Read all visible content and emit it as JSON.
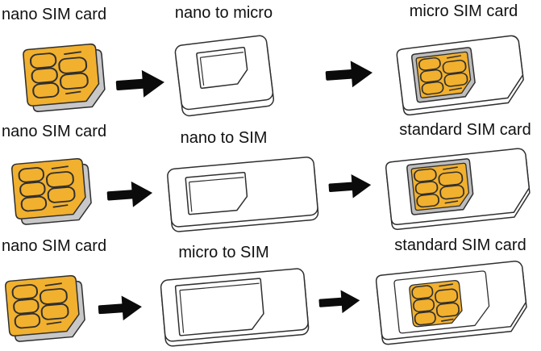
{
  "diagram": {
    "rows": [
      {
        "source_label": "nano SIM card",
        "adapter_label": "nano to micro",
        "result_label": "micro SIM card"
      },
      {
        "source_label": "nano SIM card",
        "adapter_label": "nano to SIM",
        "result_label": "standard SIM card"
      },
      {
        "source_label": "nano SIM card",
        "adapter_label": "micro to SIM",
        "result_label": "standard SIM card"
      }
    ],
    "colors": {
      "background": "#FFFFFF",
      "chip_gold": "#F1B02E",
      "card_white": "#FFFFFF",
      "card_edge_gray": "#C8C8C8",
      "chip_frame_gray": "#BDBDBD",
      "outline_dark": "#2F2F2F",
      "arrow_black": "#0B0B0B",
      "label_text": "#111111"
    },
    "icons": {
      "source": "nano-sim-card-icon",
      "arrow": "arrow-right-icon",
      "adapters": [
        "nano-to-micro-adapter-icon",
        "nano-to-sim-adapter-icon",
        "micro-to-sim-adapter-icon"
      ],
      "results": [
        "micro-sim-card-icon",
        "standard-sim-card-icon",
        "standard-sim-card-with-micro-icon"
      ]
    }
  }
}
